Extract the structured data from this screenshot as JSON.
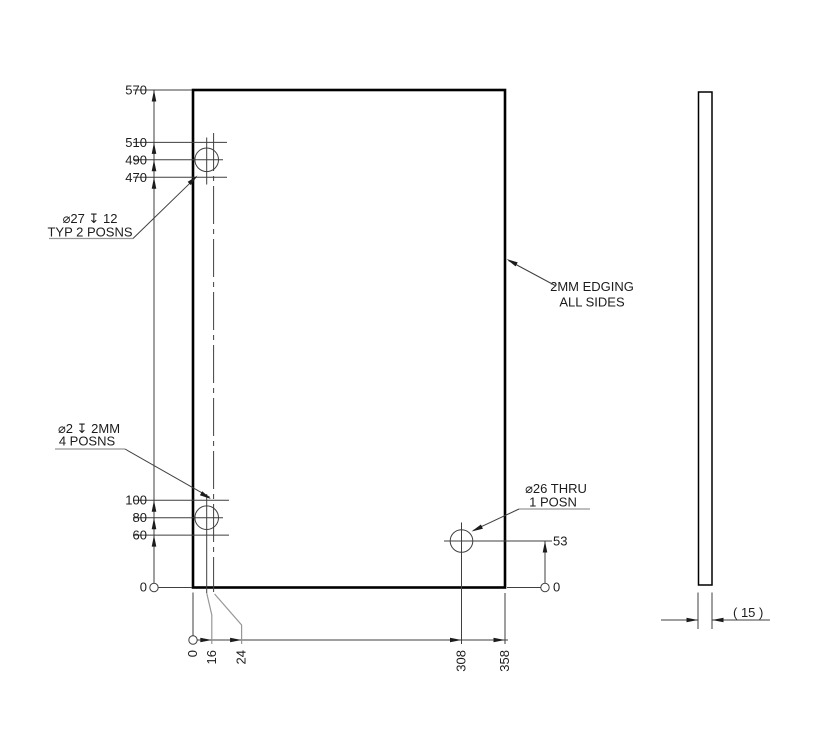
{
  "notes": {
    "cbore": {
      "line1": "⌀27 ↧ 12",
      "line2": "TYP 2 POSNS"
    },
    "small_holes": {
      "line1": "⌀2 ↧ 2MM",
      "line2": "4 POSNS"
    },
    "thru_hole": {
      "line1": "⌀26 THRU",
      "line2": "1 POSN"
    },
    "edging": {
      "line1": "2MM EDGING",
      "line2": "ALL SIDES"
    }
  },
  "dims": {
    "left": [
      "570",
      "510",
      "490",
      "470",
      "100",
      "80",
      "60",
      "0"
    ],
    "bottom": [
      "0",
      "16",
      "24",
      "308",
      "358"
    ],
    "right": {
      "hole_height": "53",
      "datum": "0"
    },
    "thickness": "( 15 )"
  },
  "colors": {
    "line": "#3f3f3f",
    "outline": "#000000",
    "leader_shelf": "#979797",
    "background": "#ffffff"
  }
}
